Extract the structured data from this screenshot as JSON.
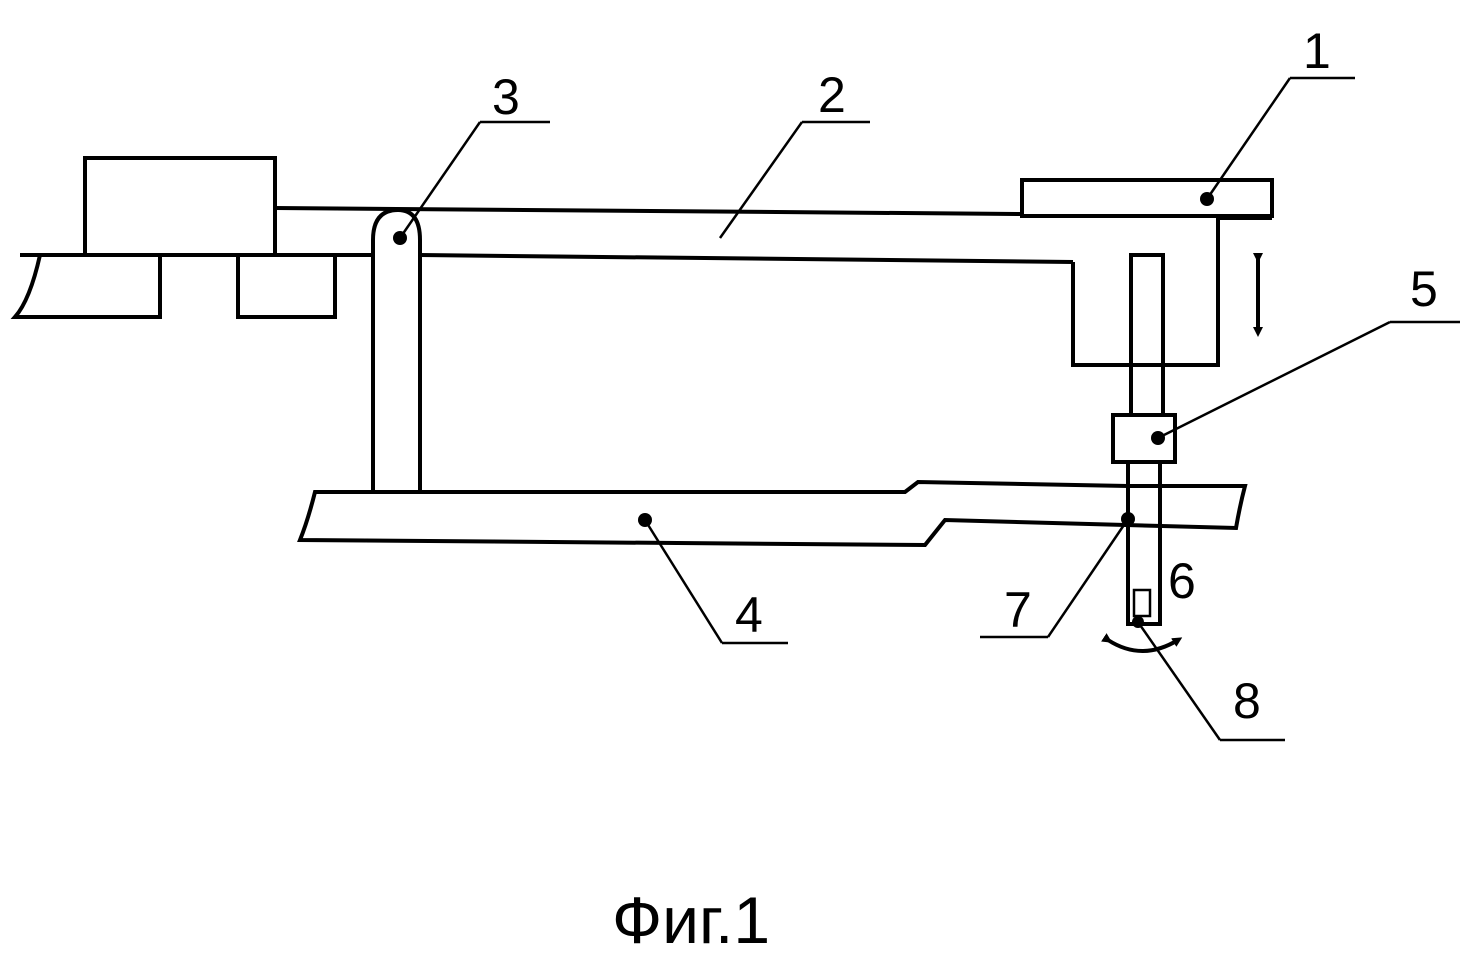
{
  "figure": {
    "caption": "Фиг.1",
    "labels": [
      {
        "id": "label-1",
        "text": "1"
      },
      {
        "id": "label-2",
        "text": "2"
      },
      {
        "id": "label-3",
        "text": "3"
      },
      {
        "id": "label-4",
        "text": "4"
      },
      {
        "id": "label-5",
        "text": "5"
      },
      {
        "id": "label-6",
        "text": "6"
      },
      {
        "id": "label-7",
        "text": "7"
      },
      {
        "id": "label-8",
        "text": "8"
      }
    ],
    "colors": {
      "line": "#000000",
      "background": "#ffffff"
    }
  }
}
